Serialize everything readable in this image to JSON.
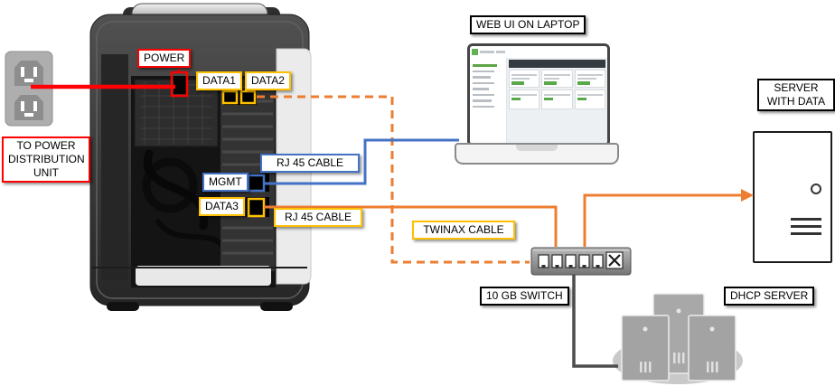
{
  "device": {
    "ports": [
      {
        "label": "POWER"
      },
      {
        "label": "DATA1"
      },
      {
        "label": "DATA2"
      },
      {
        "label": "MGMT"
      },
      {
        "label": "DATA3"
      }
    ]
  },
  "callouts": {
    "power_distribution": "TO POWER DISTRIBUTION UNIT",
    "web_ui": "WEB UI ON LAPTOP",
    "server_with_data": "SERVER WITH DATA",
    "rj45_cable_mgmt": "RJ 45 CABLE",
    "rj45_cable_data": "RJ 45 CABLE",
    "twinax_cable": "TWINAX CABLE",
    "switch_10gb": "10 GB SWITCH",
    "dhcp_server": "DHCP SERVER"
  },
  "colors": {
    "power_cable": "#FF0000",
    "mgmt_cable": "#4472C4",
    "data_cable": "#ED7D31",
    "port_highlight_yellow": "#FFC000",
    "network_cable_gray": "#4D4D4D"
  }
}
